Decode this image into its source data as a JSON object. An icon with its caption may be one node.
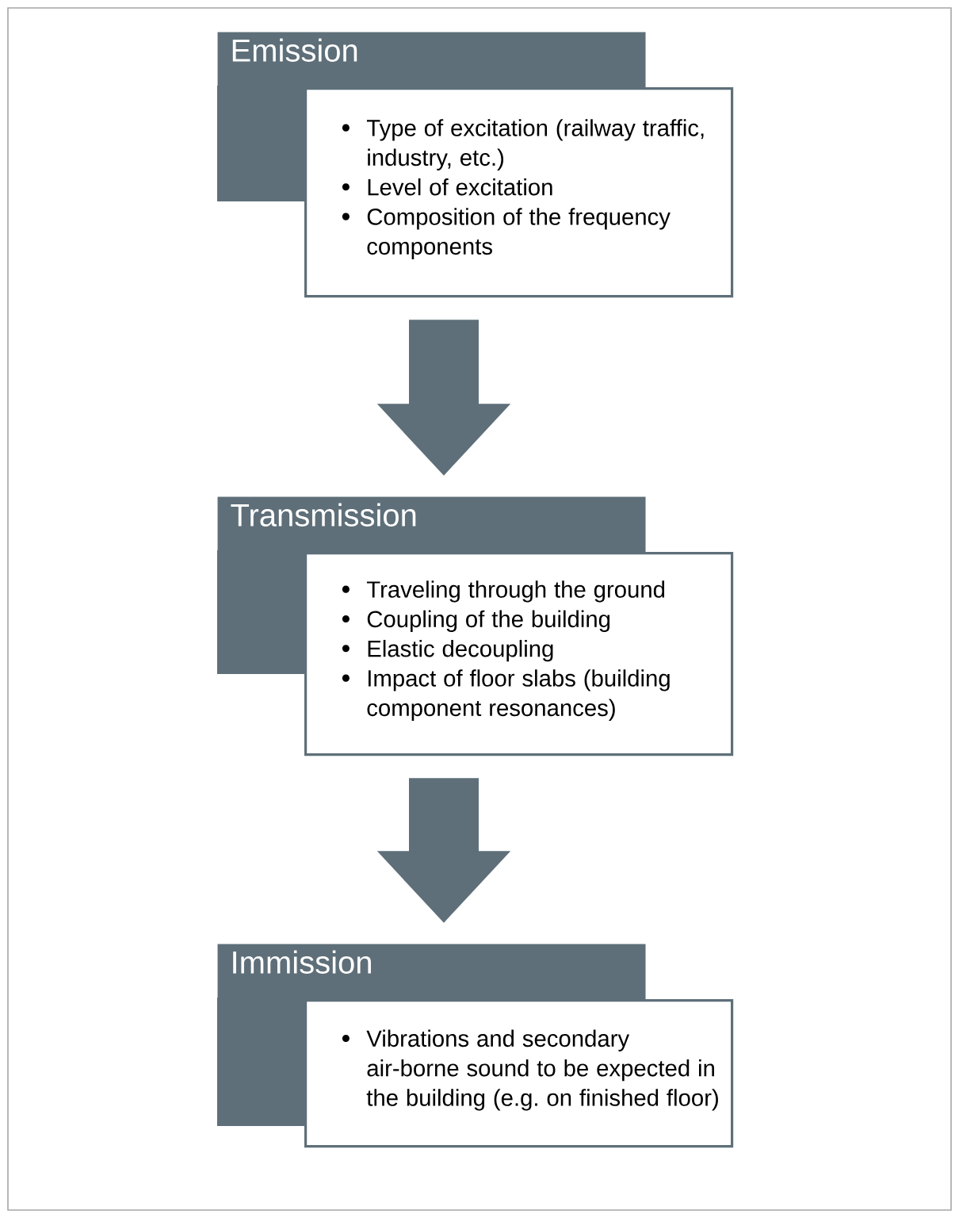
{
  "diagram": {
    "nodes": [
      {
        "text": [
          "Emission"
        ]
      },
      {
        "text": [
          "Type of excitation (railway traffic, industry, etc.)",
          "Level of excitation",
          "Composition of the frequency components"
        ]
      },
      {
        "text": [
          "Transmission"
        ]
      },
      {
        "text": [
          "Traveling through the ground",
          "Coupling of the building",
          "Elastic decoupling",
          "Impact of floor slabs (building component resonances)"
        ]
      },
      {
        "text": [
          "Immission"
        ]
      },
      {
        "text": [
          "Vibrations and secondary air-borne sound to be expected in the building (e.g. on finished floor)"
        ]
      }
    ],
    "edges": [
      {
        "from": 1,
        "to": 2,
        "arrow": "to"
      },
      {
        "from": 3,
        "to": 4,
        "arrow": "to"
      }
    ]
  }
}
